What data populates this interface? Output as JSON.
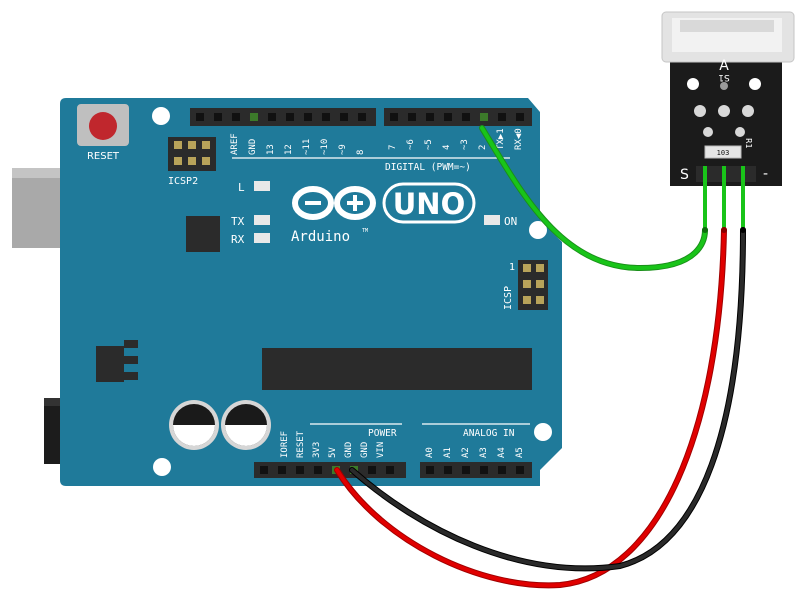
{
  "board": {
    "reset_label": "RESET",
    "icsp2_label": "ICSP2",
    "icsp_label": "ICSP",
    "digital_label": "DIGITAL (PWM=~)",
    "power_label": "POWER",
    "analog_label": "ANALOG IN",
    "led_l": "L",
    "led_tx": "TX",
    "led_rx": "RX",
    "led_on": "ON",
    "brand": "Arduino",
    "tm": "TM",
    "model": "UNO",
    "icsp_pin1": "1",
    "digital_pins_left": [
      "AREF",
      "GND",
      "13",
      "12",
      "~11",
      "~10",
      "~9",
      "8"
    ],
    "digital_pins_right": [
      "7",
      "~6",
      "~5",
      "4",
      "~3",
      "2",
      "TX▶1",
      "RX◀0"
    ],
    "power_pins": [
      "IOREF",
      "RESET",
      "3V3",
      "5V",
      "GND",
      "GND",
      "VIN"
    ],
    "analog_pins": [
      "A0",
      "A1",
      "A2",
      "A3",
      "A4",
      "A5"
    ]
  },
  "sensor": {
    "letter_a": "A",
    "component": "S1",
    "resistor_code": "103",
    "resistor_label": "R1",
    "pin_s": "S",
    "pin_minus": "-"
  },
  "colors": {
    "board": "#1f7a9a",
    "header": "#2b2b2b",
    "wire_signal": "#19c419",
    "wire_power": "#e00000",
    "wire_ground": "#222222",
    "sensor_pcb": "#1b1b1b",
    "reset_button": "#c0272d"
  }
}
